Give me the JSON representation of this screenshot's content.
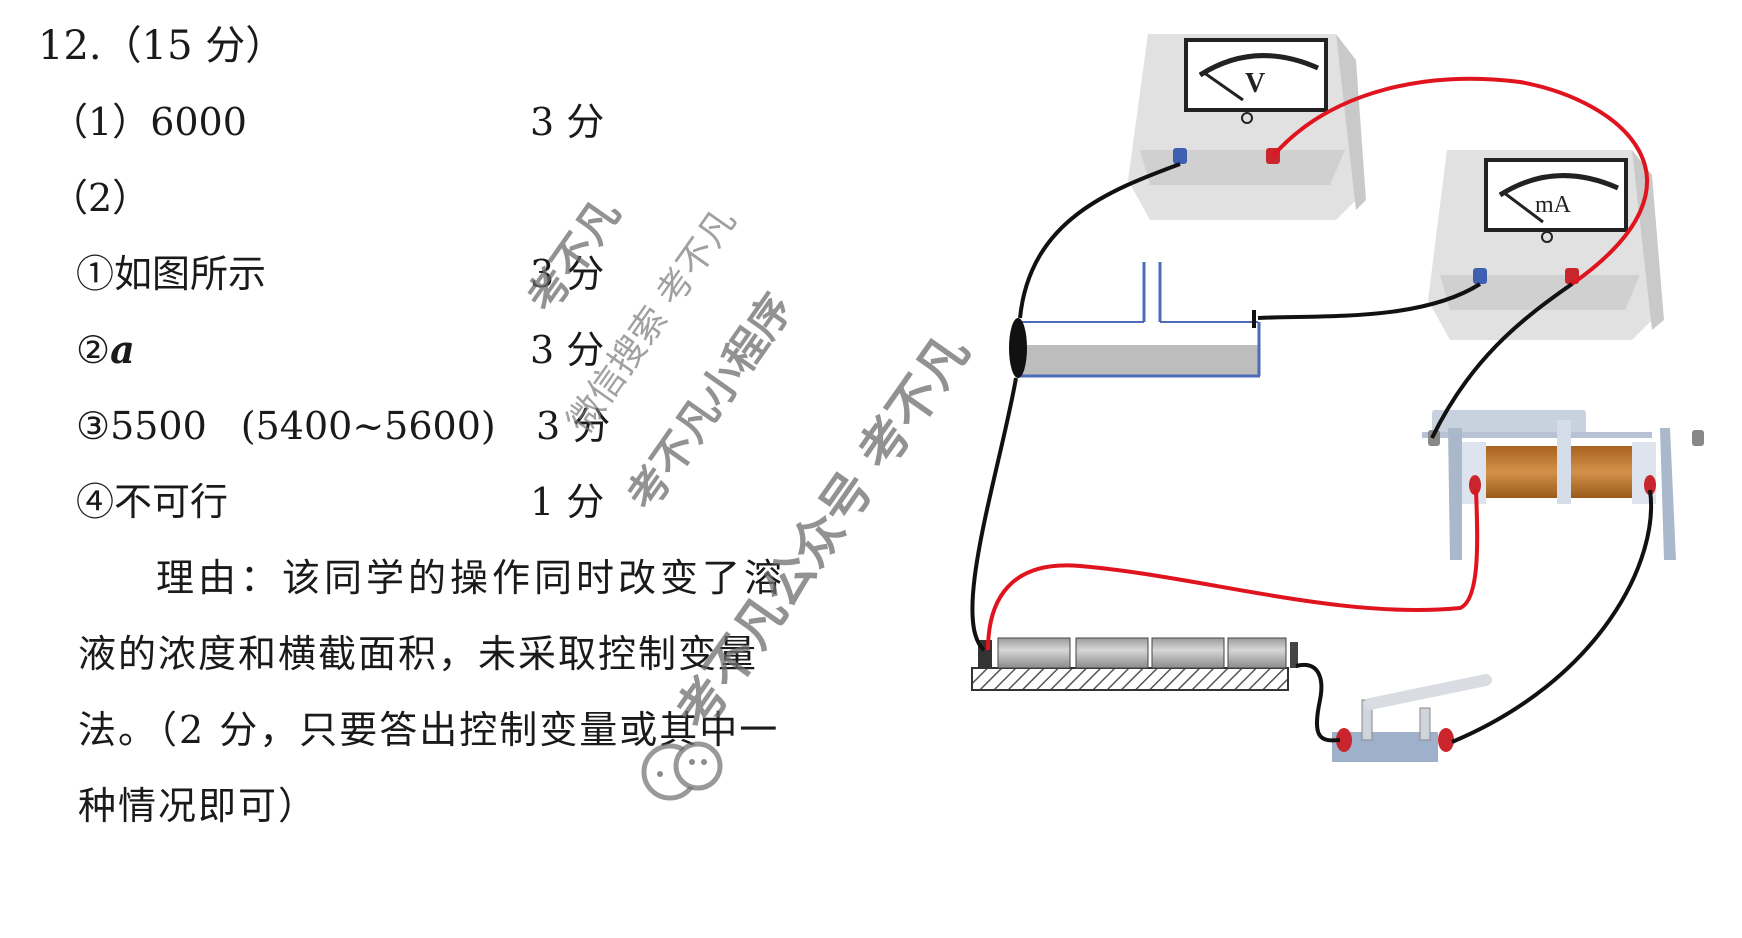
{
  "question": {
    "number_label": "12.",
    "points_label": "（15 分）"
  },
  "parts": [
    {
      "label": "（1）",
      "answer": "6000",
      "score": "3 分"
    },
    {
      "label": "（2）",
      "answer": "",
      "score": ""
    }
  ],
  "subparts": [
    {
      "marker": "①",
      "answer": "如图所示",
      "score": "3 分"
    },
    {
      "marker": "②",
      "answer": "a",
      "score": "3 分"
    },
    {
      "marker": "③",
      "answer": "5500",
      "range": "(5400~5600)",
      "score": "3 分"
    },
    {
      "marker": "④",
      "answer": "不可行",
      "score": "1 分"
    }
  ],
  "reason": {
    "lines": [
      "理由：该同学的操作同时改变了溶",
      "液的浓度和横截面积，未采取控制变量",
      "法。（2 分，只要答出控制变量或其中一",
      "种情况即可）"
    ]
  },
  "diagram": {
    "voltmeter_label": "V",
    "milliammeter_label": "mA",
    "components": [
      "voltmeter",
      "milliammeter",
      "electrolytic-trough",
      "rheostat",
      "battery-pack",
      "knife-switch"
    ],
    "wire_colors": {
      "positive": "#e0141e",
      "negative": "#111111"
    },
    "terminal_colors": {
      "positive": "#c8262c",
      "negative": "#3f5fb0"
    }
  },
  "watermarks": [
    "考不凡",
    "微信搜索 考不凡",
    "考不凡小程序",
    "考不凡公众号 考不凡",
    "微信"
  ]
}
